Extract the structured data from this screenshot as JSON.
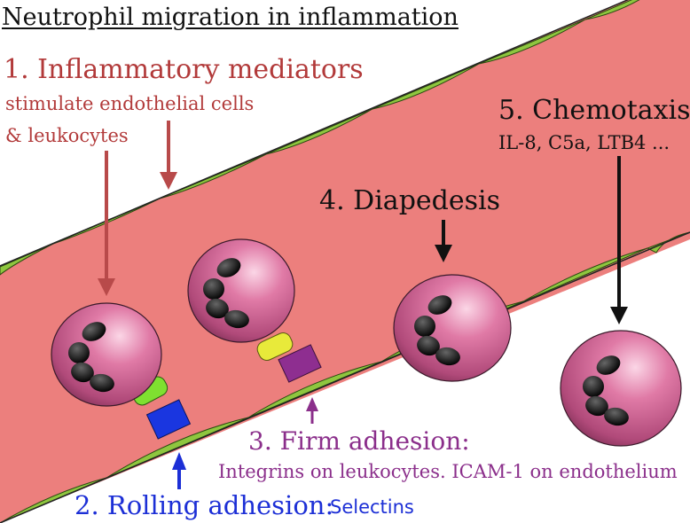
{
  "title": "Neutrophil migration in inflammation",
  "step1": {
    "heading": "1. Inflammatory mediators",
    "line1": "stimulate endothelial cells",
    "line2": "& leukocytes"
  },
  "step2": {
    "heading": "2. Rolling adhesion:",
    "detail": "Selectins"
  },
  "step3": {
    "heading": "3. Firm adhesion:",
    "detail": "Integrins on leukocytes. ICAM-1 on endothelium"
  },
  "step4": {
    "heading": "4. Diapedesis"
  },
  "step5": {
    "heading": "5. Chemotaxis:",
    "detail": "IL-8, C5a, LTB4 ..."
  },
  "colors": {
    "vessel": "#ec7f7d",
    "endothelium": "#8ec63f",
    "neutrophil": "#d86a98",
    "nucleus": "#111111",
    "selectin": "#1a36e0",
    "integrin": "#8e2e90",
    "step1": "#b23a3a",
    "step3": "#8b2f8b",
    "step2": "#1c2fd6"
  }
}
